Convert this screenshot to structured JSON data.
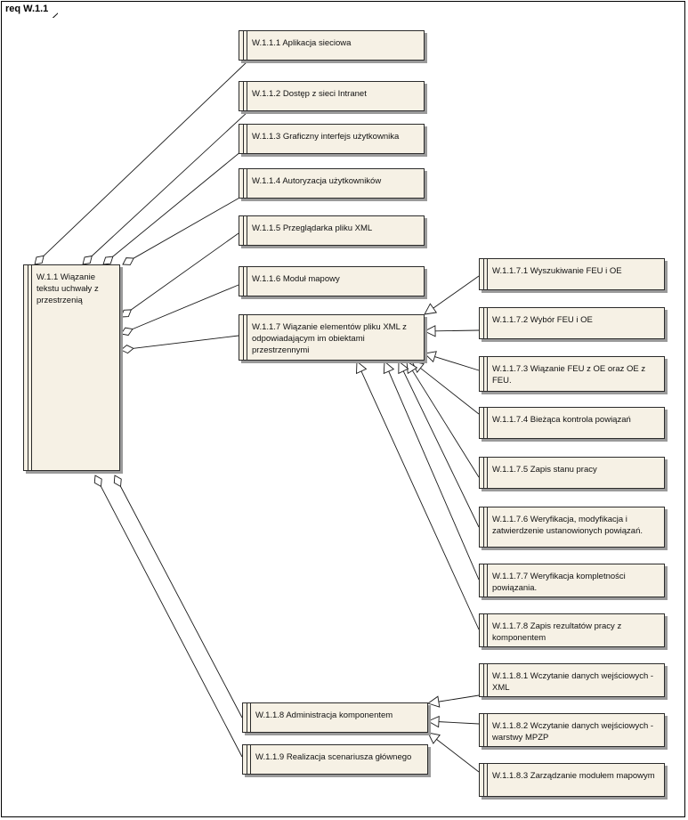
{
  "diagram": {
    "title": "req W.1.1",
    "requirements": [
      {
        "id": "r1",
        "label": "W.1.1 Wiązanie tekstu uchwały z przestrzenią"
      },
      {
        "id": "r111",
        "label": "W.1.1.1 Aplikacja sieciowa"
      },
      {
        "id": "r112",
        "label": "W.1.1.2 Dostęp z sieci Intranet"
      },
      {
        "id": "r113",
        "label": "W.1.1.3 Graficzny interfejs użytkownika"
      },
      {
        "id": "r114",
        "label": "W.1.1.4 Autoryzacja użytkowników"
      },
      {
        "id": "r115",
        "label": "W.1.1.5 Przeglądarka pliku XML"
      },
      {
        "id": "r116",
        "label": "W.1.1.6 Moduł mapowy"
      },
      {
        "id": "r117",
        "label": "W.1.1.7 Wiązanie elementów pliku XML z odpowiadającym im obiektami przestrzennymi"
      },
      {
        "id": "r1171",
        "label": "W.1.1.7.1 Wyszukiwanie FEU i OE"
      },
      {
        "id": "r1172",
        "label": "W.1.1.7.2 Wybór FEU i OE"
      },
      {
        "id": "r1173",
        "label": "W.1.1.7.3 Wiązanie FEU z OE oraz OE z FEU."
      },
      {
        "id": "r1174",
        "label": "W.1.1.7.4 Bieżąca kontrola powiązań"
      },
      {
        "id": "r1175",
        "label": "W.1.1.7.5 Zapis stanu pracy"
      },
      {
        "id": "r1176",
        "label": "W.1.1.7.6 Weryfikacja, modyfikacja i zatwierdzenie ustanowionych powiązań."
      },
      {
        "id": "r1177",
        "label": "W.1.1.7.7 Weryfikacja kompletności powiązania."
      },
      {
        "id": "r1178",
        "label": "W.1.1.7.8 Zapis rezultatów pracy z komponentem"
      },
      {
        "id": "r118",
        "label": "W.1.1.8 Administracja komponentem"
      },
      {
        "id": "r1181",
        "label": "W.1.1.8.1 Wczytanie danych wejściowych - XML"
      },
      {
        "id": "r1182",
        "label": "W.1.1.8.2 Wczytanie danych wejściowych - warstwy MPZP"
      },
      {
        "id": "r1183",
        "label": "W.1.1.8.3 Zarządzanie modułem mapowym"
      },
      {
        "id": "r119",
        "label": "W.1.1.9 Realizacja scenariusza głównego"
      }
    ],
    "aggregations": [
      {
        "whole": "r1",
        "part": "r111"
      },
      {
        "whole": "r1",
        "part": "r112"
      },
      {
        "whole": "r1",
        "part": "r113"
      },
      {
        "whole": "r1",
        "part": "r114"
      },
      {
        "whole": "r1",
        "part": "r115"
      },
      {
        "whole": "r1",
        "part": "r116"
      },
      {
        "whole": "r1",
        "part": "r117"
      },
      {
        "whole": "r1",
        "part": "r118"
      },
      {
        "whole": "r1",
        "part": "r119"
      }
    ],
    "refinements": [
      {
        "child": "r1171",
        "parent": "r117"
      },
      {
        "child": "r1172",
        "parent": "r117"
      },
      {
        "child": "r1173",
        "parent": "r117"
      },
      {
        "child": "r1174",
        "parent": "r117"
      },
      {
        "child": "r1175",
        "parent": "r117"
      },
      {
        "child": "r1176",
        "parent": "r117"
      },
      {
        "child": "r1177",
        "parent": "r117"
      },
      {
        "child": "r1178",
        "parent": "r117"
      },
      {
        "child": "r1181",
        "parent": "r118"
      },
      {
        "child": "r1182",
        "parent": "r118"
      },
      {
        "child": "r1183",
        "parent": "r118"
      }
    ]
  }
}
